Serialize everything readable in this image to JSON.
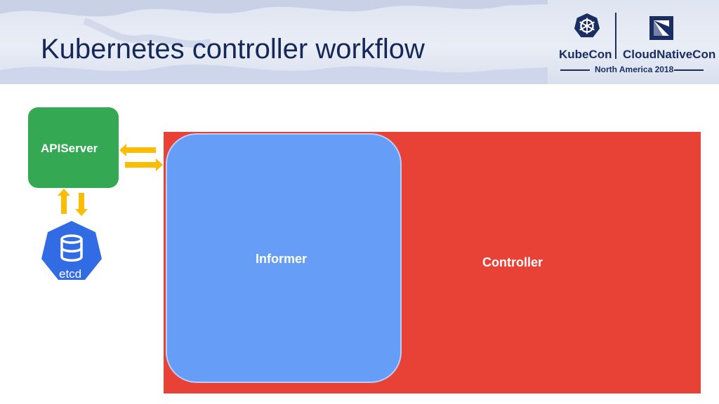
{
  "header": {
    "title": "Kubernetes controller workflow",
    "logo": {
      "left_brand": "KubeCon",
      "right_brand": "CloudNativeCon",
      "event": "North America 2018"
    }
  },
  "diagram": {
    "nodes": {
      "apiserver": "APIServer",
      "etcd": "etcd",
      "informer": "Informer",
      "controller": "Controller"
    },
    "colors": {
      "apiserver": "#34a853",
      "informer": "#669df6",
      "controller": "#e84135",
      "arrows": "#fbbc04",
      "etcd": "#326ce5",
      "brand": "#1a2e63"
    },
    "arrows": [
      {
        "from": "informer",
        "to": "apiserver"
      },
      {
        "from": "apiserver",
        "to": "informer"
      },
      {
        "from": "etcd",
        "to": "apiserver"
      },
      {
        "from": "apiserver",
        "to": "etcd"
      }
    ]
  }
}
